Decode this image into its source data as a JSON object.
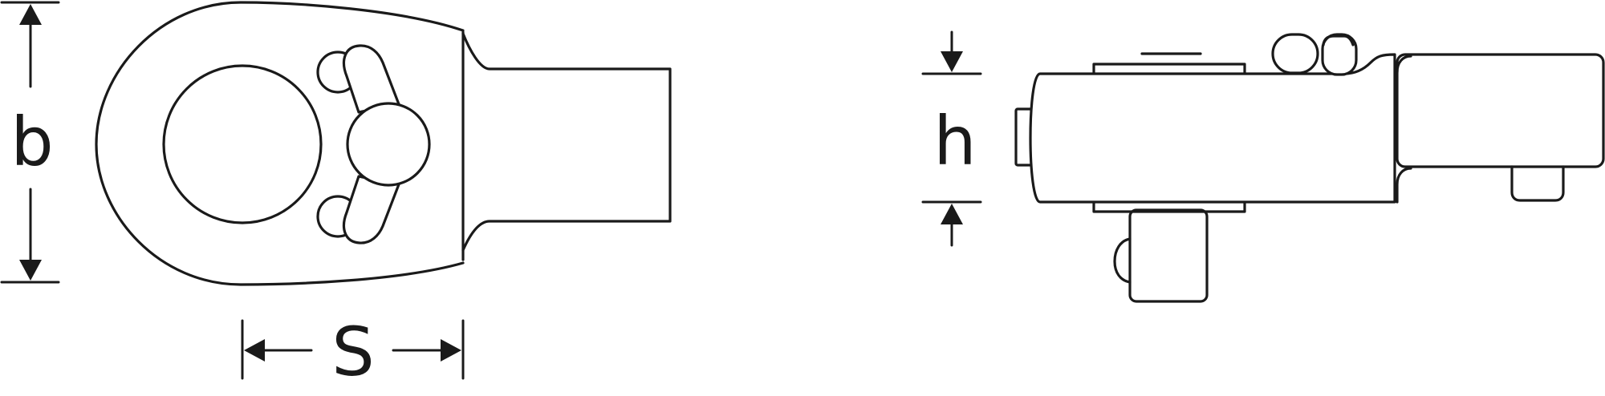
{
  "dimensions": {
    "b": "b",
    "s": "S",
    "h": "h"
  },
  "colors": {
    "stroke": "#1a1a1a",
    "background": "#ffffff"
  }
}
